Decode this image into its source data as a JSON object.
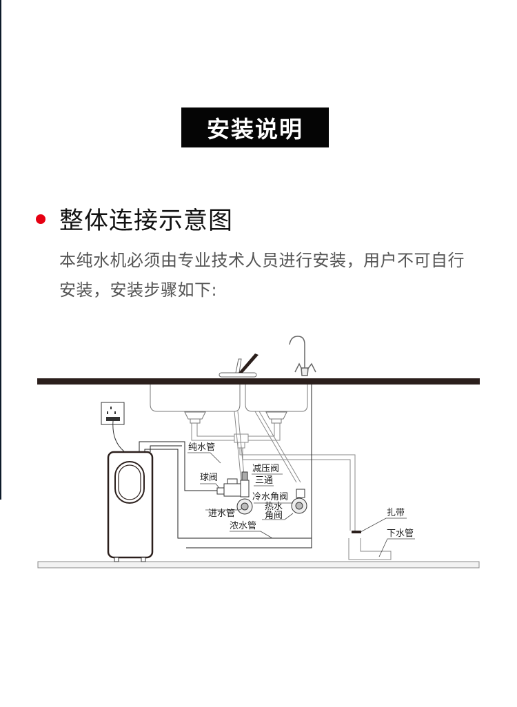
{
  "header": {
    "title": "安装说明"
  },
  "section": {
    "bullet_color": "#e60012",
    "title": "整体连接示意图",
    "description_line1": "本纯水机必须由专业技术人员进行安装，用户不可自行",
    "description_line2": "安装，安装步骤如下:"
  },
  "diagram": {
    "labels": {
      "pure_water_pipe": "纯水管",
      "ball_valve": "球阀",
      "pressure_reducing_valve": "减压阀",
      "tee": "三通",
      "cold_angle_valve": "冷水角阀",
      "hot_water": "热水",
      "angle_valve": "角阀",
      "inlet_pipe": "进水管",
      "concentrate_pipe": "浓水管",
      "cable_tie": "扎带",
      "drain_pipe": "下水管"
    },
    "colors": {
      "countertop": "#2b1f1c",
      "line": "#1a1a1a",
      "pipe": "#9a9a9a",
      "floor": "#f2f2f2"
    }
  }
}
